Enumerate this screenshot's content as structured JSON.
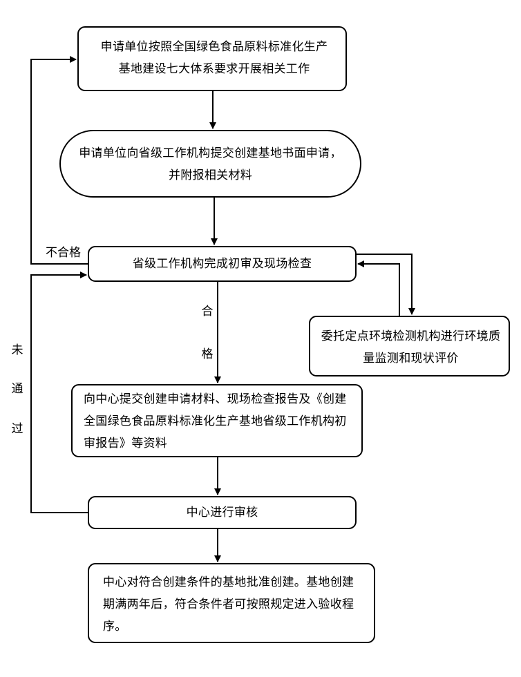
{
  "nodes": {
    "n1": "申请单位按照全国绿色食品原料标准化生产基地建设七大体系要求开展相关工作",
    "n2": "申请单位向省级工作机构提交创建基地书面申请，并附报相关材料",
    "n3": "省级工作机构完成初审及现场检查",
    "n4": "委托定点环境检测机构进行环境质量监测和现状评价",
    "n5": "向中心提交创建申请材料、现场检查报告及《创建全国绿色食品原料标准化生产基地省级工作机构初审报告》等资料",
    "n6": "中心进行审核",
    "n7": "中心对符合创建条件的基地批准创建。基地创建期满两年后，符合条件者可按照规定进入验收程序。"
  },
  "labels": {
    "fail1": "不合格",
    "pass_1": "合",
    "pass_2": "格",
    "fail2_1": "未",
    "fail2_2": "通",
    "fail2_3": "过"
  }
}
